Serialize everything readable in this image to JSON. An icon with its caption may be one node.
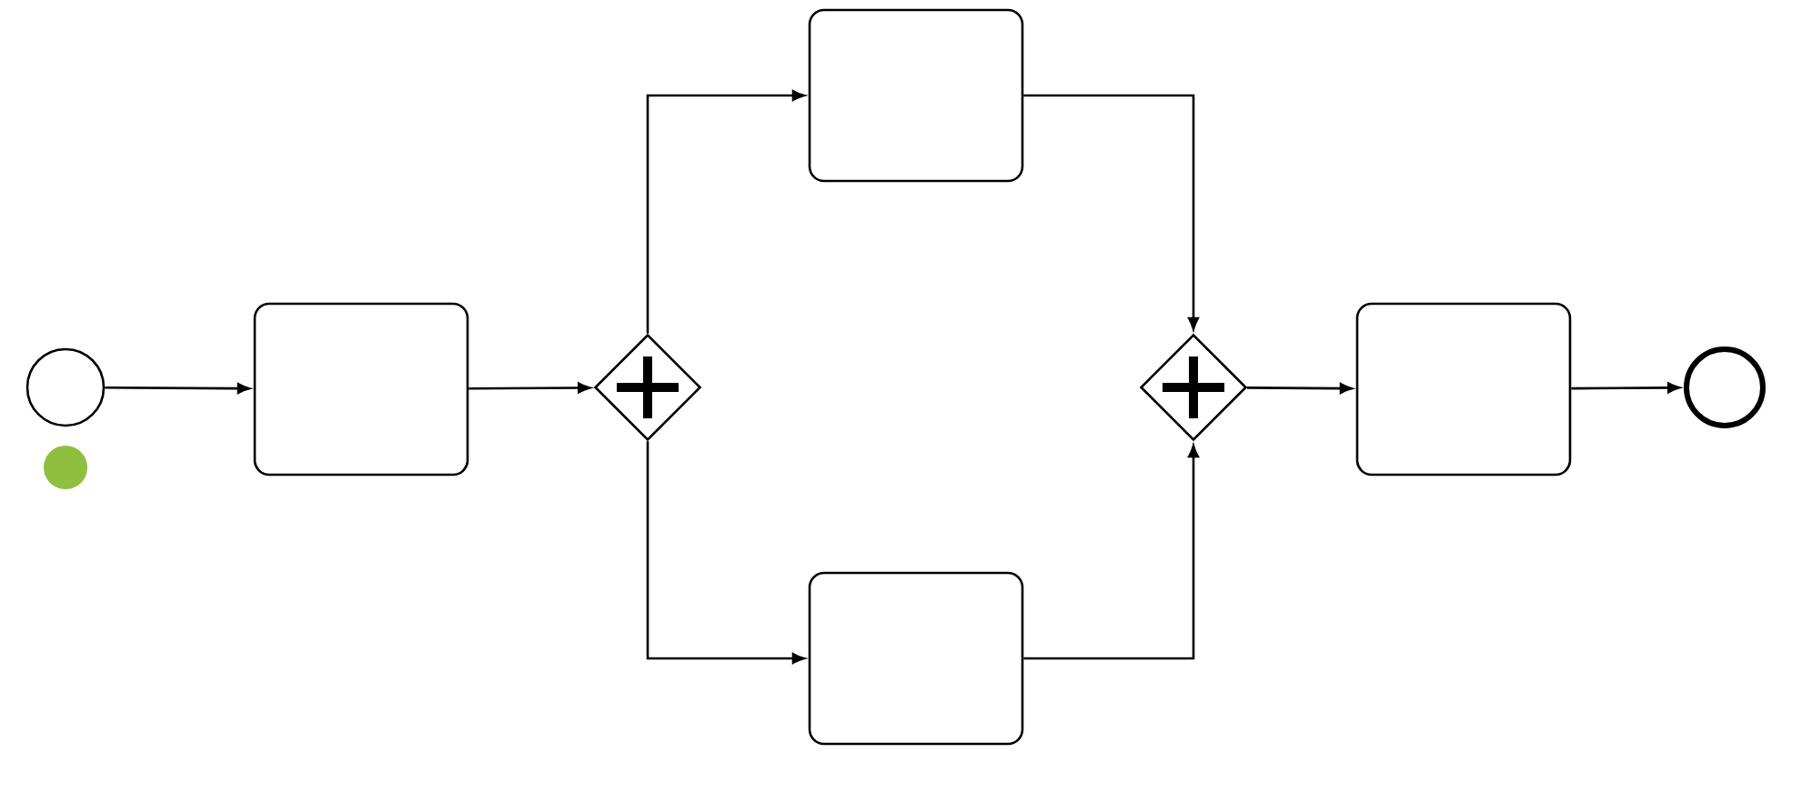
{
  "diagram": {
    "nodes": [
      {
        "text": [],
        "shape": "circle"
      },
      {
        "text": [],
        "shape": "box"
      },
      {
        "text": [],
        "shape": "diamond"
      },
      {
        "text": [],
        "shape": "box"
      },
      {
        "text": [],
        "shape": "box"
      },
      {
        "text": [],
        "shape": "diamond"
      },
      {
        "text": [],
        "shape": "box"
      },
      {
        "text": [],
        "shape": "circle"
      }
    ],
    "edges": [
      {
        "from": 0,
        "to": 1,
        "arrow": "to"
      },
      {
        "from": 1,
        "to": 2,
        "arrow": "to"
      },
      {
        "from": 2,
        "to": 3,
        "arrow": "to"
      },
      {
        "from": 2,
        "to": 4,
        "arrow": "to"
      },
      {
        "from": 3,
        "to": 5,
        "arrow": "to"
      },
      {
        "from": 4,
        "to": 5,
        "arrow": "to"
      },
      {
        "from": 5,
        "to": 6,
        "arrow": "to"
      },
      {
        "from": 6,
        "to": 7,
        "arrow": "to"
      }
    ]
  }
}
